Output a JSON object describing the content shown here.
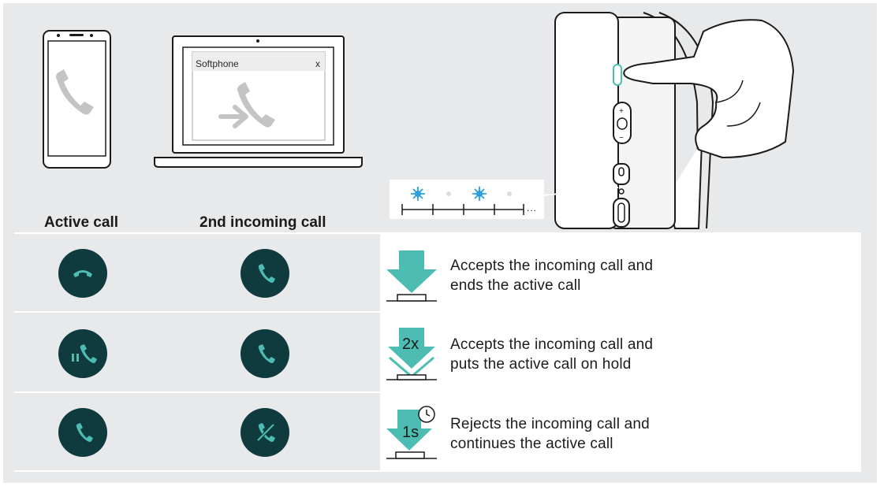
{
  "headers": {
    "active_call": "Active call",
    "incoming_call": "2nd incoming call"
  },
  "softphone": {
    "title": "Softphone",
    "close": "x"
  },
  "led_sequence": {
    "color": "#2b9fe0",
    "ellipsis": "..."
  },
  "rows": [
    {
      "active_icon": "end-call-icon",
      "incoming_icon": "phone-icon",
      "press": "press-icon",
      "press_label": "",
      "line1": "Accepts the incoming call and",
      "line2": "ends the active call"
    },
    {
      "active_icon": "hold-call-icon",
      "incoming_icon": "phone-icon",
      "press": "double-press-icon",
      "press_label": "2x",
      "line1": "Accepts the incoming call and",
      "line2": "puts the active call on hold"
    },
    {
      "active_icon": "phone-icon",
      "incoming_icon": "reject-call-icon",
      "press": "long-press-icon",
      "press_label": "1s",
      "line1": "Rejects the incoming call and",
      "line2": "continues the active call"
    }
  ],
  "colors": {
    "accent": "#4dbdb3",
    "circle": "#0f3b3e",
    "panel": "#e8e9ea"
  }
}
